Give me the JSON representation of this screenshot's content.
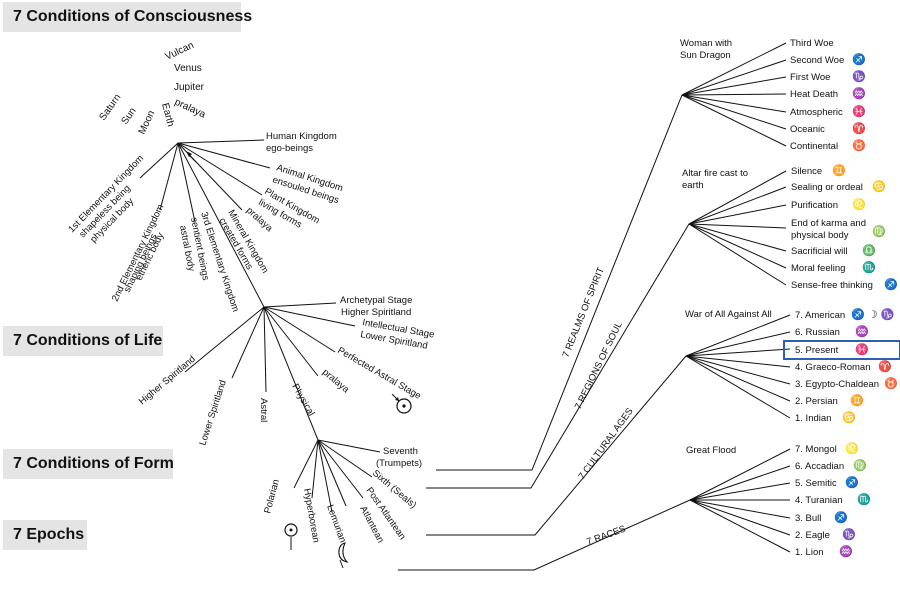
{
  "headings": {
    "consciousness": "7 Conditions of Consciousness",
    "life": "7 Conditions of Life",
    "form": "7 Conditions of Form",
    "epochs": "7 Epochs"
  },
  "consciousness": {
    "planets": [
      "Saturn",
      "Sun",
      "Moon",
      "Earth",
      "pralaya",
      "Jupiter",
      "Venus",
      "Vulcan"
    ],
    "kingdoms": [
      [
        "Human Kingdom",
        "ego-beings"
      ],
      [
        "Animal Kingdom",
        "ensouled beings"
      ],
      [
        "Plant Kingdom",
        "living forms"
      ],
      [
        "pralaya"
      ],
      [
        "Mineral Kingdom",
        "created forms"
      ],
      [
        "3rd Elementary Kingdom",
        "sentient beings",
        "astral body"
      ],
      [
        "2nd Elementary Kingdom",
        "shaping beings",
        "etheric body"
      ],
      [
        "1st Elementary Kingdom",
        "shapeless being",
        "physical body"
      ]
    ]
  },
  "life": {
    "stages": [
      [
        "Archetypal Stage",
        "Higher Spiritland"
      ],
      [
        "Intellectual Stage",
        "Lower Spiritland"
      ],
      [
        "Perfected Astral Stage"
      ],
      [
        "pralaya"
      ],
      [
        "Physical"
      ],
      [
        "Astral"
      ],
      [
        "Lower Spiritland"
      ],
      [
        "Higher Spiritland"
      ]
    ]
  },
  "form": {
    "branches": [
      [
        "Seventh",
        "(Trumpets)"
      ],
      [
        "Sixth (Seals)"
      ],
      [
        "Post Atlantean"
      ],
      [
        "Atlantean"
      ],
      [
        "Lemurian"
      ],
      [
        "Hyperborean"
      ],
      [
        "Polarian"
      ]
    ]
  },
  "connectors": {
    "spirit": "7 REALMS OF SPIRIT",
    "soul": "7 REGIONS OF SOUL",
    "ages": "7 CULTURAL AGES",
    "races": "7 RACES"
  },
  "groups": {
    "spirit": {
      "title": [
        "Woman with",
        "Sun Dragon"
      ],
      "items": [
        "Third Woe",
        "Second Woe",
        "First Woe",
        "Heat Death",
        "Atmospheric",
        "Oceanic",
        "Continental"
      ],
      "signs": [
        "",
        "♐",
        "♑",
        "♒",
        "♓",
        "♈",
        "♉"
      ]
    },
    "soul": {
      "title": [
        "Altar fire cast to",
        "earth"
      ],
      "items": [
        [
          "Silence"
        ],
        [
          "Sealing or ordeal"
        ],
        [
          "Purification"
        ],
        [
          "End of karma and",
          "physical body"
        ],
        [
          "Sacrificial will"
        ],
        [
          "Moral feeling"
        ],
        [
          "Sense-free thinking"
        ]
      ],
      "signs": [
        "♊",
        "♋",
        "♌",
        "♍",
        "♎",
        "♏",
        "♐"
      ]
    },
    "ages": {
      "title": "War of All Against All",
      "items": [
        "7. American",
        "6. Russian",
        "5. Present",
        "4. Graeco-Roman",
        "3. Egypto-Chaldean",
        "2. Persian",
        "1. Indian"
      ],
      "signs": [
        "♐ ☽ ♑",
        "♒",
        "♓",
        "♈",
        "♉",
        "♊",
        "♋"
      ],
      "highlighted_item": "5. Present"
    },
    "races": {
      "title": "Great Flood",
      "items": [
        "7. Mongol",
        "6. Accadian",
        "5. Semitic",
        "4. Turanian",
        "3. Bull",
        "2. Eagle",
        "1. Lion"
      ],
      "signs": [
        "♌",
        "♍",
        "♐",
        "♏",
        "♐",
        "♑",
        "♒"
      ]
    }
  }
}
